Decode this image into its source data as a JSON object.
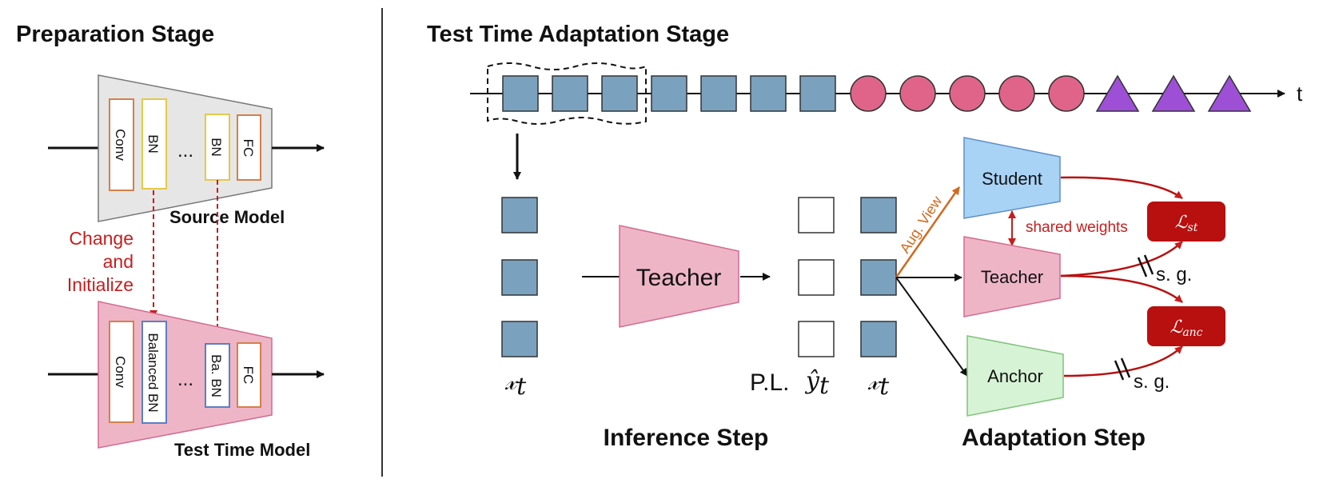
{
  "colors": {
    "square": "#7aa2bf",
    "circle": "#e0648a",
    "triangle": "#9d4fd6",
    "teacher": "#eeb5c7",
    "student": "#a8d3f5",
    "anchor": "#d7f3d5",
    "source_model": "#e6e6e6",
    "loss_box": "#b80f0f",
    "red_text": "#c81d1d",
    "aug_arrow": "#d2691e",
    "conv_border": "#d4804a",
    "bn_border": "#e5c84a",
    "balanced_bn_border": "#5b7fc4"
  },
  "preparation": {
    "title": "Preparation Stage",
    "source_model_label": "Source Model",
    "test_time_model_label": "Test Time Model",
    "change_text": [
      "Change",
      "and",
      "Initialize"
    ],
    "source_layers": {
      "conv": "Conv",
      "bn1": "BN",
      "dots": "...",
      "bn2": "BN",
      "fc": "FC"
    },
    "test_layers": {
      "conv": "Conv",
      "bn1": "Balanced BN",
      "dots": "...",
      "bn2": "Ba. BN",
      "fc": "FC"
    }
  },
  "tta": {
    "title": "Test Time Adaptation Stage",
    "time_axis_label": "t",
    "stream": {
      "squares": 7,
      "circles": 5,
      "triangles": 3
    },
    "inference": {
      "title": "Inference Step",
      "teacher_label": "Teacher",
      "input_label": "𝓍",
      "input_sub": "t",
      "pl_prefix": "P.L.",
      "pl_symbol": "ŷ",
      "pl_sub": "t",
      "output_x_label": "𝓍",
      "output_x_sub": "t"
    },
    "adaptation": {
      "title": "Adaptation Step",
      "student_label": "Student",
      "teacher_label": "Teacher",
      "anchor_label": "Anchor",
      "shared_weights": "shared weights",
      "aug_view": "Aug. View",
      "stop_grad_1": "s. g.",
      "stop_grad_2": "s. g.",
      "loss_st_main": "ℒ",
      "loss_st_sub": "st",
      "loss_anc_main": "ℒ",
      "loss_anc_sub": "anc"
    }
  }
}
